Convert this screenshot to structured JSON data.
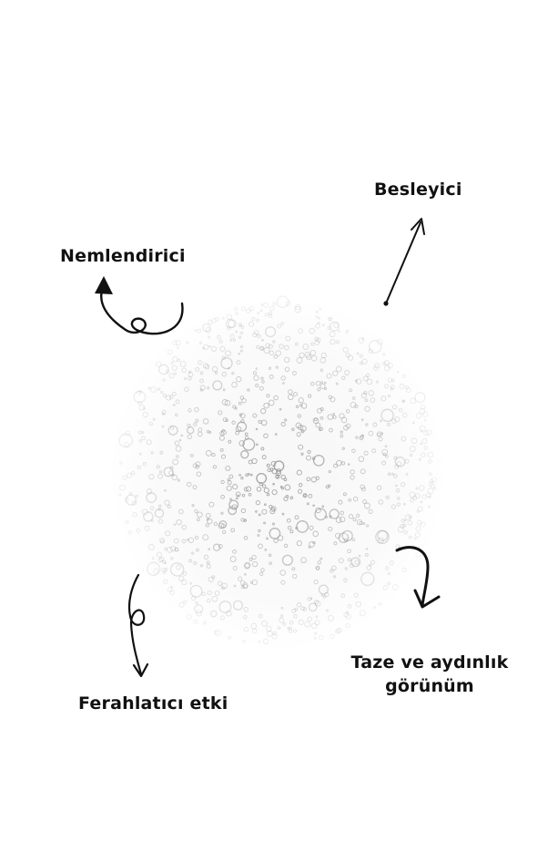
{
  "labels": {
    "besleyici": "Besleyici",
    "nemlendirici": "Nemlendirici",
    "ferahlatici": "Ferahlatıcı etki",
    "taze_line1": "Taze ve aydınlık",
    "taze_line2": "görünüm"
  },
  "colors": {
    "ink": "#111111",
    "droplet": "#9a9a9a",
    "background": "#ffffff"
  },
  "icons": {
    "droplets": "water-droplets-cluster",
    "arrows": [
      "curl-arrow-up-left",
      "straight-arrow-up-right",
      "curl-arrow-down",
      "curl-arrow-down-right"
    ]
  }
}
